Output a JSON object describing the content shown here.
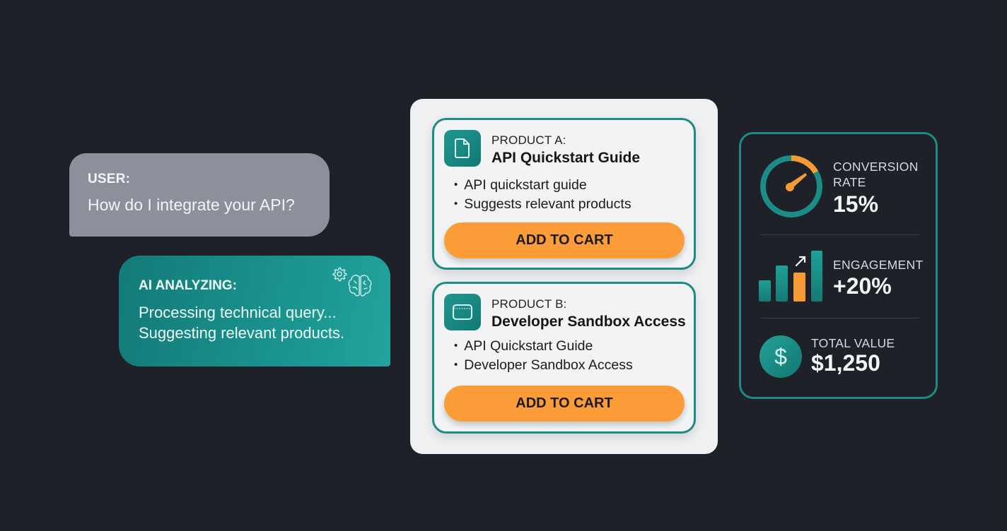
{
  "chat": {
    "user": {
      "label": "USER:",
      "message": "How do I integrate your API?"
    },
    "ai": {
      "label": "AI ANALYZING:",
      "lines": [
        "Processing technical query...",
        "Suggesting relevant products."
      ],
      "icons": [
        "gear-icon",
        "brain-icon"
      ]
    }
  },
  "products": [
    {
      "tag": "PRODUCT A:",
      "title": "API Quickstart Guide",
      "icon": "document-icon",
      "bullets": [
        "API quickstart guide",
        "Suggests relevant products"
      ],
      "button_label": "ADD TO CART"
    },
    {
      "tag": "PRODUCT B:",
      "title": "Developer Sandbox Access",
      "icon": "browser-window-icon",
      "bullets": [
        "API Quickstart Guide",
        "Developer Sandbox Access"
      ],
      "button_label": "ADD TO CART"
    }
  ],
  "metrics": {
    "conversion": {
      "label_line1": "CONVERSION",
      "label_line2": "RATE",
      "value": "15%",
      "icon": "gauge-icon"
    },
    "engagement": {
      "label": "ENGAGEMENT",
      "value": "+20%",
      "icon": "bar-chart-up-icon"
    },
    "total_value": {
      "label": "TOTAL VALUE",
      "value": "$1,250",
      "icon": "dollar-icon"
    }
  },
  "colors": {
    "background": "#1f2128",
    "teal": "#1f8a84",
    "orange": "#fb9c38",
    "user_bubble": "#8b909b",
    "panel": "#eff0f2"
  }
}
